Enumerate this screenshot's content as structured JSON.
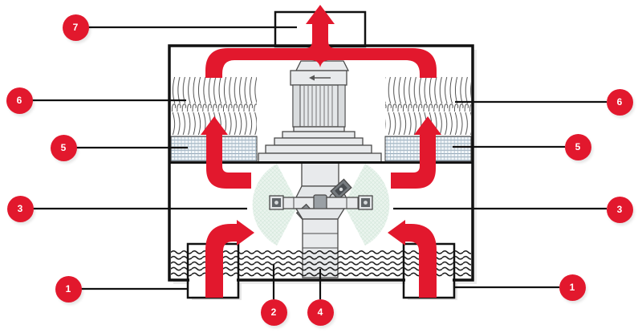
{
  "callouts": {
    "c7": "7",
    "c6_left": "6",
    "c5_left": "5",
    "c3_left": "3",
    "c1_left": "1",
    "c2": "2",
    "c4": "4",
    "c1_right": "1",
    "c3_right": "3",
    "c5_right": "5",
    "c6_right": "6"
  },
  "colors": {
    "accent_red": "#e2182d",
    "line_black": "#111111",
    "equipment_gray": "#e8eaec",
    "mesh_blue": "#a9bdcc",
    "spray_green": "#eaf4ee"
  }
}
